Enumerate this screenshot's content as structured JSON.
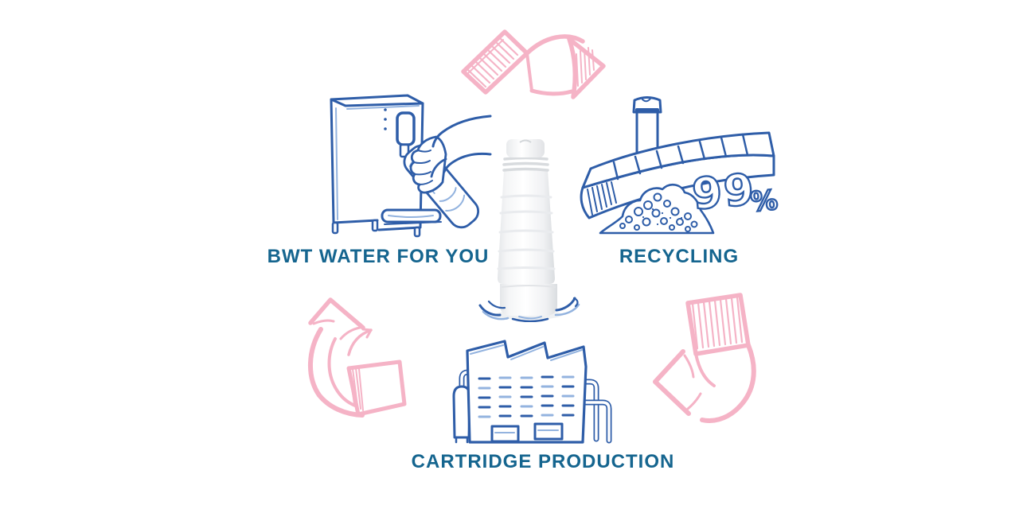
{
  "diagram": {
    "center": {
      "icon": "filter-cartridge-photo"
    },
    "stations": [
      {
        "id": "water-for-you",
        "label": "BWT WATER FOR YOU",
        "icon": "water-dispenser-sketch"
      },
      {
        "id": "recycling",
        "label": "RECYCLING",
        "icon": "recycling-conveyor-sketch",
        "stat_value": "99",
        "stat_unit": "%"
      },
      {
        "id": "cartridge-production",
        "label": "CARTRIDGE PRODUCTION",
        "icon": "factory-sketch"
      }
    ],
    "arrows": [
      {
        "id": "arrow-top",
        "from": "water-for-you",
        "to": "recycling"
      },
      {
        "id": "arrow-right",
        "from": "recycling",
        "to": "cartridge-production"
      },
      {
        "id": "arrow-left",
        "from": "cartridge-production",
        "to": "water-for-you"
      }
    ]
  },
  "colors": {
    "background": "#ffffff",
    "label_text": "#15658f",
    "ink_blue": "#2e5da8",
    "ink_blue_light": "#93b3df",
    "arrow_pink": "#f5b3c6"
  }
}
